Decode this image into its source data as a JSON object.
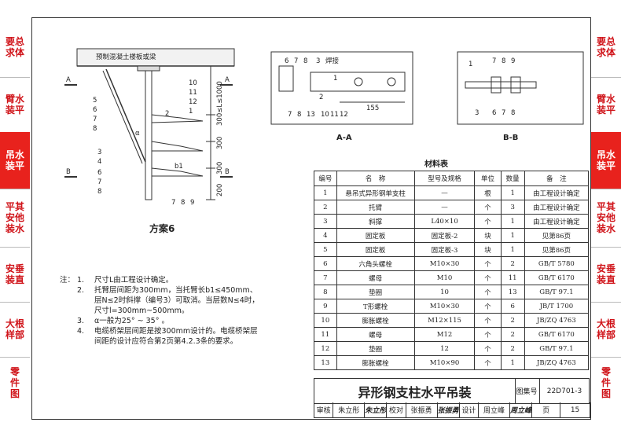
{
  "side_tabs": {
    "left": [
      {
        "label": "要总\n求体",
        "active": false
      },
      {
        "label": "臂水\n装平",
        "active": false
      },
      {
        "label": "吊水\n装平",
        "active": true
      },
      {
        "label": "平其\n安他\n装水",
        "active": false
      },
      {
        "label": "安垂\n装直",
        "active": false
      },
      {
        "label": "大根\n样部",
        "active": false
      },
      {
        "label": "零\n件\n图",
        "active": false
      }
    ],
    "right": [
      {
        "label": "要总\n求体",
        "active": false
      },
      {
        "label": "臂水\n装平",
        "active": false
      },
      {
        "label": "吊水\n装平",
        "active": true
      },
      {
        "label": "平其\n安他\n装水",
        "active": false
      },
      {
        "label": "安垂\n装直",
        "active": false
      },
      {
        "label": "大根\n样部",
        "active": false
      },
      {
        "label": "零\n件\n图",
        "active": false
      }
    ]
  },
  "drawing": {
    "slab_label": "预制混凝土楼板或梁",
    "section_A": "A",
    "section_B": "B",
    "dimensions": [
      "300≤L≤1000",
      "300",
      "300",
      "200"
    ],
    "alpha": "α",
    "b1": "b1",
    "callouts_left": [
      "5",
      "6",
      "7",
      "8",
      "3",
      "4",
      "2",
      "6",
      "7",
      "8"
    ],
    "callouts_right": [
      "10",
      "11",
      "12",
      "1"
    ],
    "callouts_bottom": [
      "7",
      "8",
      "9"
    ],
    "scheme_title": "方案6",
    "aa": {
      "top_labels": [
        "6",
        "7",
        "8",
        "3",
        "焊接"
      ],
      "bottom_labels": [
        "7",
        "8",
        "13",
        "10",
        "11",
        "12"
      ],
      "one": "1",
      "two": "2",
      "dim": "155",
      "title": "A-A"
    },
    "bb": {
      "top_labels": [
        "1",
        "7",
        "8",
        "9"
      ],
      "bottom_labels": [
        "3",
        "6",
        "7",
        "8"
      ],
      "title": "B-B"
    }
  },
  "notes": {
    "head": "注：",
    "items": [
      {
        "num": "1.",
        "text": "尺寸L由工程设计确定。"
      },
      {
        "num": "2.",
        "text": "托臂层间距为300mm，当托臂长b1≤450mm、层N≤2时斜撑（编号3）可取消。当层数N≤4时，尺寸l=300mm~500mm。"
      },
      {
        "num": "3.",
        "text": "α一般为25° ~ 35° 。"
      },
      {
        "num": "4.",
        "text": "电缆桥架层间距是按300mm设计的。电缆桥架层间距的设计应符合第2页第4.2.3条的要求。"
      }
    ]
  },
  "materials": {
    "title": "材料表",
    "headers": [
      "编号",
      "名　称",
      "型号及规格",
      "单位",
      "数量",
      "备　注"
    ],
    "rows": [
      [
        "1",
        "悬吊式异形钢单支柱",
        "—",
        "根",
        "1",
        "由工程设计确定"
      ],
      [
        "2",
        "托臂",
        "—",
        "个",
        "3",
        "由工程设计确定"
      ],
      [
        "3",
        "斜撑",
        "L40×10",
        "个",
        "1",
        "由工程设计确定"
      ],
      [
        "4",
        "固定板",
        "固定板-2",
        "块",
        "1",
        "见第86页"
      ],
      [
        "5",
        "固定板",
        "固定板-3",
        "块",
        "1",
        "见第86页"
      ],
      [
        "6",
        "六角头螺栓",
        "M10×30",
        "个",
        "2",
        "GB/T 5780"
      ],
      [
        "7",
        "螺母",
        "M10",
        "个",
        "11",
        "GB/T 6170"
      ],
      [
        "8",
        "垫圈",
        "10",
        "个",
        "13",
        "GB/T 97.1"
      ],
      [
        "9",
        "T形螺栓",
        "M10×30",
        "个",
        "6",
        "JB/T 1700"
      ],
      [
        "10",
        "膨胀螺栓",
        "M12×115",
        "个",
        "2",
        "JB/ZQ 4763"
      ],
      [
        "11",
        "螺母",
        "M12",
        "个",
        "2",
        "GB/T 6170"
      ],
      [
        "12",
        "垫圈",
        "12",
        "个",
        "2",
        "GB/T 97.1"
      ],
      [
        "13",
        "膨胀螺栓",
        "M10×90",
        "个",
        "1",
        "JB/ZQ 4763"
      ]
    ]
  },
  "title_block": {
    "title": "异形钢支柱水平吊装",
    "atlas_label": "图集号",
    "atlas_no": "22D701-3",
    "row": [
      "审核",
      "朱立彤",
      "朱立彤",
      "校对",
      "张振勇",
      "张振勇",
      "设计",
      "周立峰",
      "周立峰",
      "页",
      "15"
    ]
  },
  "colors": {
    "accent": "#e8221d",
    "tab_text": "#d0141a",
    "line": "#333333"
  }
}
